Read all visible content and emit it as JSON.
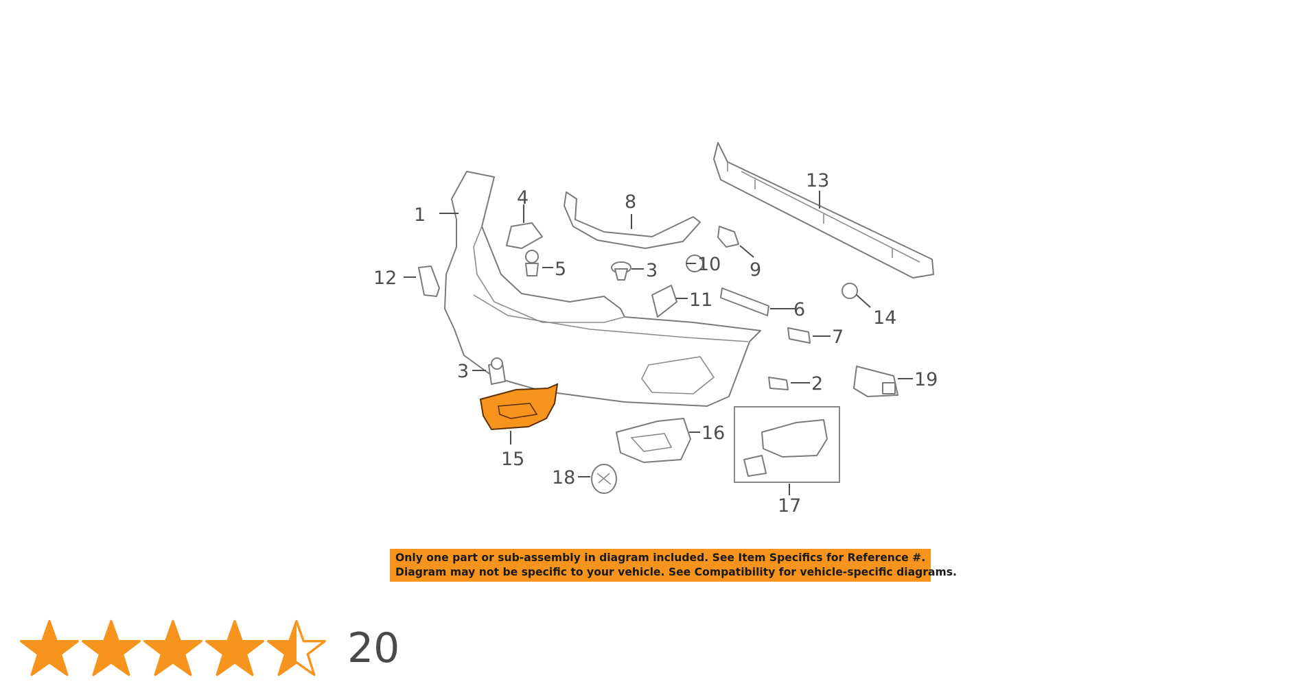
{
  "diagram": {
    "callouts": {
      "c1": "1",
      "c2": "2",
      "c3a": "3",
      "c3b": "3",
      "c4": "4",
      "c5": "5",
      "c6": "6",
      "c7": "7",
      "c8": "8",
      "c9": "9",
      "c10": "10",
      "c11": "11",
      "c12": "12",
      "c13": "13",
      "c14": "14",
      "c15": "15",
      "c16": "16",
      "c17": "17",
      "c18": "18",
      "c19": "19"
    },
    "highlight_color": "#f7941d"
  },
  "notice": {
    "line1": "Only one part or sub-assembly in diagram included. See Item Specifics for Reference #.",
    "line2": "Diagram may not be specific to your vehicle. See Compatibility for vehicle-specific diagrams.",
    "background": "#f7941d"
  },
  "rating": {
    "stars": 4.5,
    "max_stars": 5,
    "count": "20",
    "star_color": "#f7941d"
  }
}
